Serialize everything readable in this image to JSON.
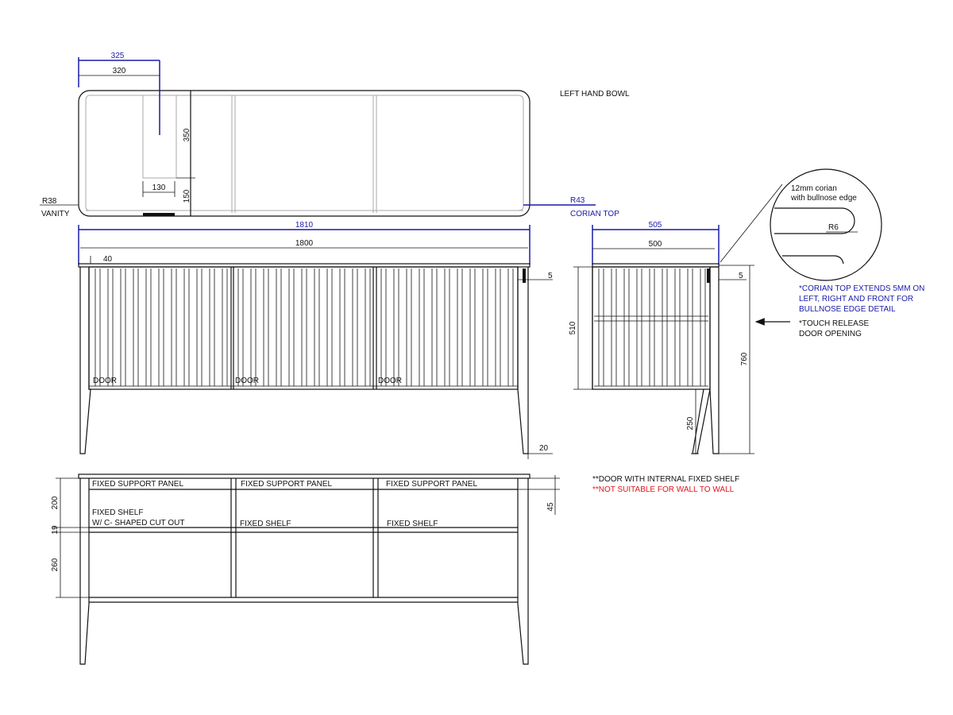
{
  "plan": {
    "dim_325": "325",
    "dim_320": "320",
    "dim_350": "350",
    "dim_130": "130",
    "dim_150": "150",
    "left_hand_bowl": "LEFT HAND BOWL",
    "r38": "R38",
    "vanity": "VANITY",
    "r43": "R43",
    "corian_top": "CORIAN TOP"
  },
  "front": {
    "dim_1810": "1810",
    "dim_1800": "1800",
    "dim_40": "40",
    "dim_5": "5",
    "dim_20": "20",
    "doors": [
      "DOOR",
      "DOOR",
      "DOOR"
    ]
  },
  "side": {
    "dim_505": "505",
    "dim_500": "500",
    "dim_5": "5",
    "dim_510": "510",
    "dim_760": "760",
    "dim_250": "250",
    "touch_release_1": "*TOUCH RELEASE",
    "touch_release_2": "DOOR OPENING"
  },
  "detail": {
    "corian_line1": "12mm corian",
    "corian_line2": "with bullnose edge",
    "r6": "R6",
    "note1": "*CORIAN TOP EXTENDS 5MM ON",
    "note2": "LEFT, RIGHT AND FRONT FOR",
    "note3": "BULLNOSE EDGE DETAIL"
  },
  "interior": {
    "support_panels": [
      "FIXED SUPPORT PANEL",
      "FIXED SUPPORT PANEL",
      "FIXED SUPPORT PANEL"
    ],
    "shelf_cutout_1": "FIXED SHELF",
    "shelf_cutout_2": "W/ C- SHAPED CUT OUT",
    "shelf_2": "FIXED SHELF",
    "shelf_3": "FIXED SHELF",
    "dim_200": "200",
    "dim_19": "19",
    "dim_260": "260",
    "dim_45": "45"
  },
  "notes": {
    "internal_shelf": "**DOOR WITH INTERNAL FIXED SHELF",
    "not_wall": "**NOT SUITABLE FOR WALL TO WALL"
  },
  "colors": {
    "dimension_blue": "#1a1aa8",
    "warning_red": "#e0141c",
    "line": "#111111",
    "hidden": "#aaaaaa"
  }
}
